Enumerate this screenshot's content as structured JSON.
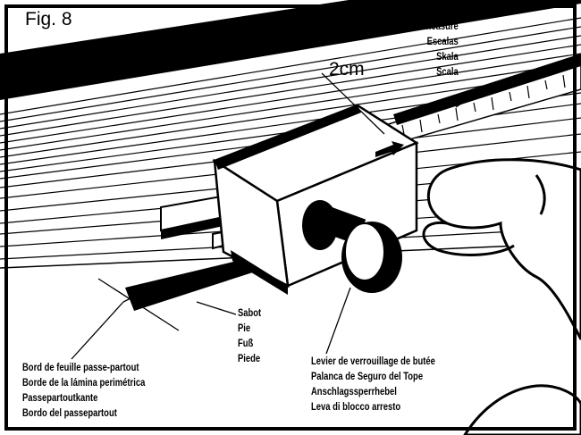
{
  "figure": {
    "label": "Fig. 8",
    "measure": "2cm"
  },
  "callouts": {
    "scales": [
      "Echelles de measure",
      "Escalas",
      "Skala",
      "Scala"
    ],
    "sabot": [
      "Sabot",
      "Pie",
      "Fuß",
      "Piede"
    ],
    "levier": [
      "Levier de verrouillage de butée",
      "Palanca de Seguro del Tope",
      "Anschlagssperrhebel",
      "Leva di blocco arresto"
    ],
    "bord": [
      "Bord de feuille passe-partout",
      "Borde de la lámina perimétrica",
      "Passepartoutkante",
      "Bordo del passepartout"
    ]
  },
  "colors": {
    "ink": "#000000",
    "paper": "#ffffff"
  }
}
